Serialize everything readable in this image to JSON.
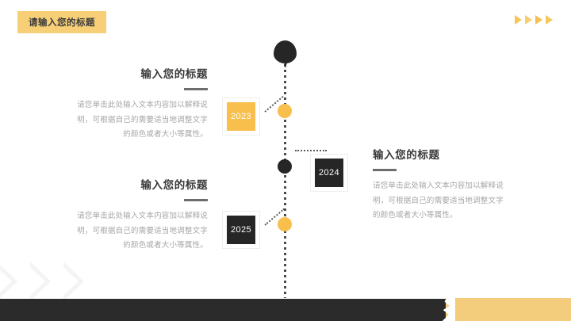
{
  "slide": {
    "title_chip": {
      "label": "请输入您的标题"
    },
    "decor": {
      "arrow_count": 4,
      "arrow_color": "#f5c65c",
      "chevron_color": "#f4f4f4",
      "footer_color": "#2b2b2b",
      "tape_color": "#f3cd7b"
    },
    "timeline": {
      "line_color": "#4a4a4a",
      "pin_icon": "balloon-pin-icon",
      "nodes": [
        {
          "name": "node-2023",
          "color": "#f8bf4c",
          "style": "orange"
        },
        {
          "name": "node-2024",
          "color": "#262626",
          "style": "dark"
        },
        {
          "name": "node-2025",
          "color": "#f8bf4c",
          "style": "orange"
        }
      ]
    },
    "year_markers": [
      {
        "year": "2023",
        "style": "amber",
        "color": "#f8bf4c",
        "text_color": "#ffffff"
      },
      {
        "year": "2024",
        "style": "dark",
        "color": "#262626",
        "text_color": "#ffffff"
      },
      {
        "year": "2025",
        "style": "dark",
        "color": "#262626",
        "text_color": "#ffffff"
      }
    ],
    "text_blocks": [
      {
        "heading": "输入您的标题",
        "body": "请您单击此处输入文本内容加以解释说明，可根据自己的需要适当地调整文字的颜色或者大小等属性。",
        "align": "right"
      },
      {
        "heading": "输入您的标题",
        "body": "请您单击此处输入文本内容加以解释说明，可根据自己的需要适当地调整文字的颜色或者大小等属性。",
        "align": "right"
      },
      {
        "heading": "输入您的标题",
        "body": "请您单击此处输入文本内容加以解释说明，可根据自己的需要适当地调整文字的颜色或者大小等属性。",
        "align": "left"
      }
    ]
  }
}
